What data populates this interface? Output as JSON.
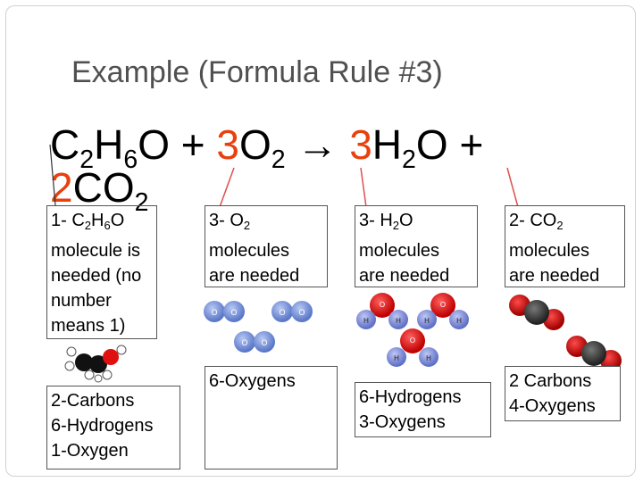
{
  "title": "Example (Formula Rule #3)",
  "equation": {
    "c": "C",
    "c_sub": "2",
    "h": "H",
    "h_sub": "6",
    "o_and_plus": "O + ",
    "coef_o2": "3",
    "o2_o": "O",
    "o2_sub": "2",
    "arrow": " → ",
    "coef_h2o": "3",
    "h2o_h": "H",
    "h2o_sub": "2",
    "h2o_o_plus": "O +",
    "co2_coef": "2",
    "co2_co": "CO",
    "co2_sub": "2"
  },
  "boxes": {
    "ethanol": {
      "head": "1- C",
      "head_sub1": "2",
      "head_h": "H",
      "head_sub2": "6",
      "head_o": "O",
      "line2": "molecule is",
      "line3": "needed (no",
      "line4": "number",
      "line5": "means 1)"
    },
    "oxygen": {
      "head": "3- O",
      "head_sub": "2",
      "line2": "molecules",
      "line3": "are needed"
    },
    "water": {
      "head": "3- H",
      "head_sub": "2",
      "head_o": "O",
      "line2": "molecules",
      "line3": "are needed"
    },
    "co2": {
      "head": "2- CO",
      "head_sub": "2",
      "line2": "molecules",
      "line3": "are needed"
    }
  },
  "totals": {
    "ethanol": [
      "2-Carbons",
      "6-Hydrogens",
      "1-Oxygen"
    ],
    "oxygen": [
      "6-Oxygens"
    ],
    "water": [
      "6-Hydrogens",
      "3-Oxygens"
    ],
    "co2": [
      "2 Carbons",
      "4-Oxygens"
    ]
  },
  "atom_labels": {
    "oxygen": "O",
    "hydrogen": "H"
  },
  "colors": {
    "title": "#505050",
    "accent": "#e8400e",
    "arrow_line": "#e05050",
    "oxygen_atom": "#6a8ad8",
    "water_oxygen": "#e02020",
    "water_hydrogen": "#7080d0",
    "carbon_atom": "#333333",
    "co2_oxygen": "#d01818"
  }
}
